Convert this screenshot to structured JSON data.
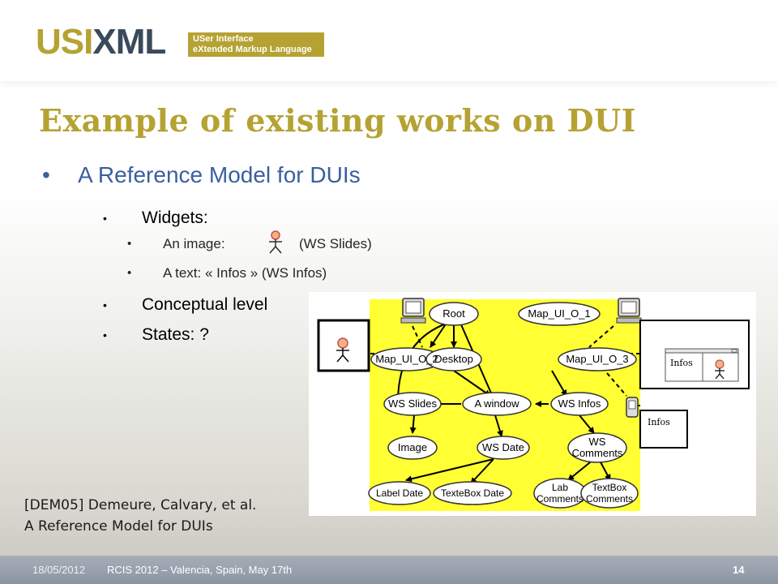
{
  "logo": {
    "word_gold": "USI",
    "word_dark": "XML",
    "tagline_1": "USer Interface",
    "tagline_2": "eXtended Markup Language",
    "colors": {
      "gold": "#b5a232",
      "dark": "#3a4a5a"
    }
  },
  "title": "Example of existing works on DUI",
  "bullets": {
    "level1": "A Reference Model for DUIs",
    "widgets": "Widgets:",
    "image_label": "An image:",
    "image_suffix": "(WS Slides)",
    "text_item": "A text: « Infos » (WS Infos)",
    "conceptual": "Conceptual level",
    "states": "States: ?"
  },
  "figure": {
    "nodes": {
      "root": "Root",
      "map_ui_o_1": "Map_UI_O_1",
      "map_ui_o_2": "Map_UI_O_2",
      "desktop": "Desktop",
      "map_ui_o_3": "Map_UI_O_3",
      "ws_slides": "WS Slides",
      "a_window": "A window",
      "ws_infos": "WS Infos",
      "image": "Image",
      "ws_date": "WS Date",
      "ws_comments_1": "WS",
      "ws_comments_2": "Comments",
      "label_date": "Label Date",
      "textbox_date": "TexteBox Date",
      "lab_comments_1": "Lab",
      "lab_comments_2": "Comments",
      "textbox_comments_1": "TextBox",
      "textbox_comments_2": "Comments"
    },
    "infos_window_label": "Infos",
    "infos_box_label": "Infos",
    "colors": {
      "background": "#ffff33",
      "node": "#ffffff"
    }
  },
  "citation": {
    "line1": "[DEM05] Demeure, Calvary, et al.",
    "line2": "A Reference Model for DUIs"
  },
  "footer": {
    "date": "18/05/2012",
    "conference": "RCIS 2012 – Valencia, Spain, May 17th",
    "page": "14"
  },
  "colors": {
    "accent_gold": "#b5a232",
    "bullet_blue": "#3a5fa0",
    "footer": "#98a1ad"
  }
}
